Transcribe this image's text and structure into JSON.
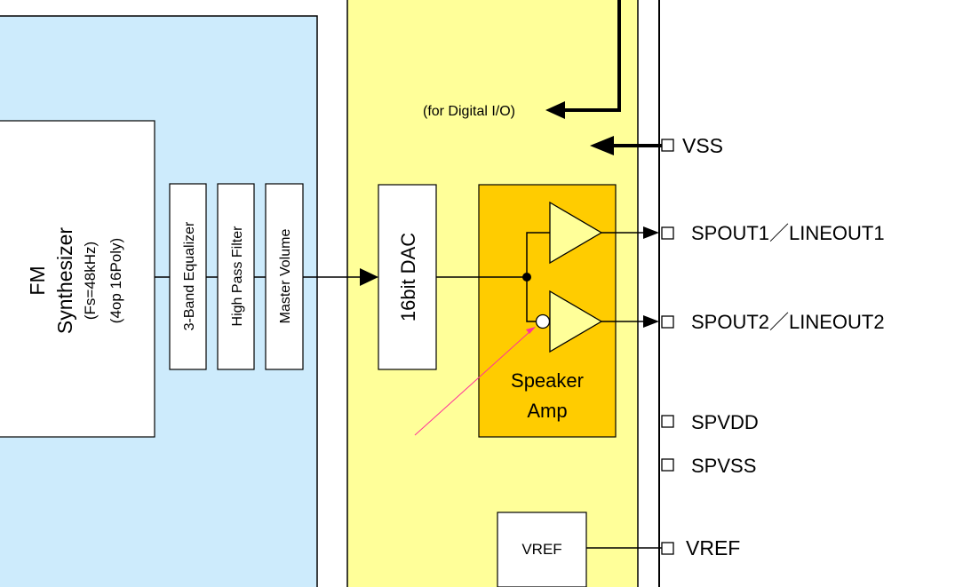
{
  "colors": {
    "digital_block": "#cdebfc",
    "analog_block": "#ffff99",
    "amp_block": "#ffcc00",
    "wire": "#000000",
    "pointer": "#ff3399"
  },
  "synth": {
    "title": "FM",
    "subtitle": "Synthesizer",
    "spec1": "(Fs=48kHz)",
    "spec2": "(4op 16Poly)"
  },
  "filters": {
    "eq": "3-Band Equalizer",
    "hpf": "High Pass Filter",
    "master_volume": "Master Volume"
  },
  "dac": {
    "label": "16bit DAC"
  },
  "amp": {
    "line1": "Speaker",
    "line2": "Amp"
  },
  "vref_block": {
    "label": "VREF"
  },
  "digital_io": {
    "label": "(for Digital I/O)"
  },
  "pins": {
    "vss": "VSS",
    "spout1": "SPOUT1／LINEOUT1",
    "spout2": "SPOUT2／LINEOUT2",
    "spvdd": "SPVDD",
    "spvss": "SPVSS",
    "vref": "VREF"
  }
}
